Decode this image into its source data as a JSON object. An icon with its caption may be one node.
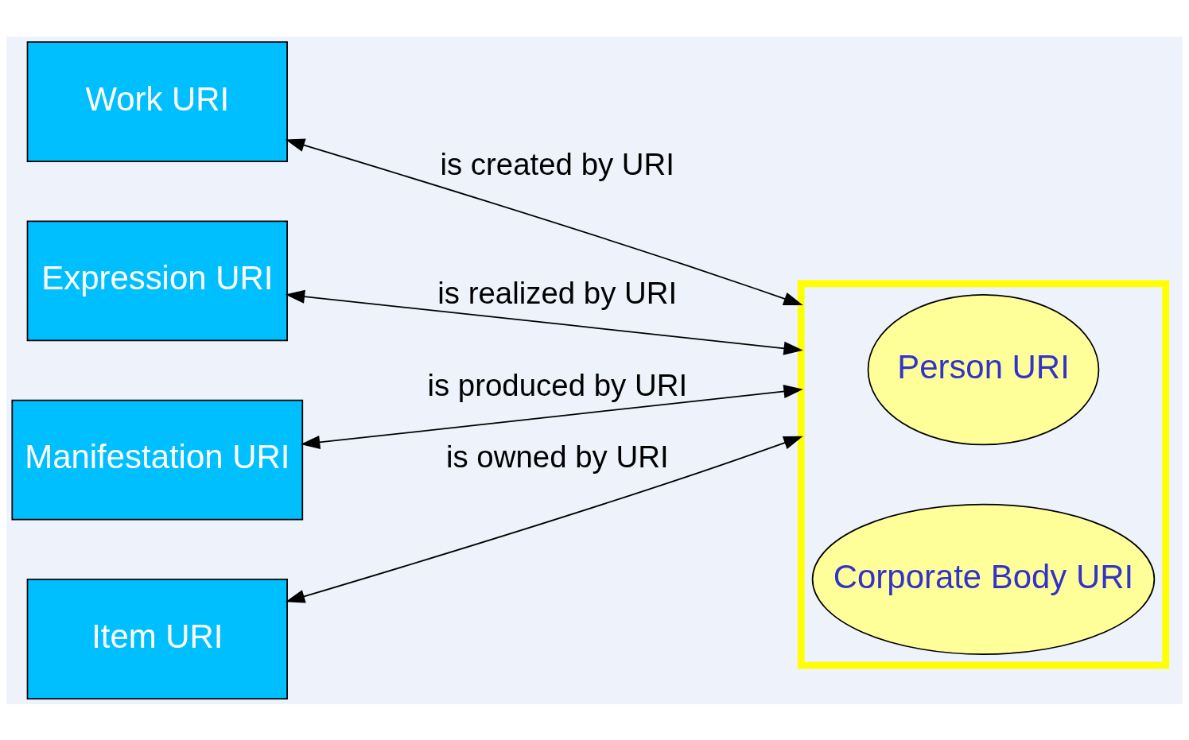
{
  "diagram": {
    "nodes": [
      {
        "text": [
          "Work URI"
        ]
      },
      {
        "text": [
          "Expression URI"
        ]
      },
      {
        "text": [
          "Manifestation URI"
        ]
      },
      {
        "text": [
          "Item URI"
        ]
      },
      {
        "text": [],
        "shape": "box"
      },
      {
        "text": [
          "Person URI"
        ],
        "in": 4
      },
      {
        "text": [
          "Corporate Body URI"
        ],
        "in": 4
      }
    ],
    "edges": [
      {
        "from": 0,
        "to": 4,
        "arrow": "both",
        "label": "is created by URI"
      },
      {
        "from": 1,
        "to": 4,
        "arrow": "both",
        "label": "is realized by URI"
      },
      {
        "from": 2,
        "to": 4,
        "arrow": "both",
        "label": "is produced by URI"
      },
      {
        "from": 3,
        "to": 4,
        "arrow": "both",
        "label": "is owned by URI"
      }
    ]
  }
}
